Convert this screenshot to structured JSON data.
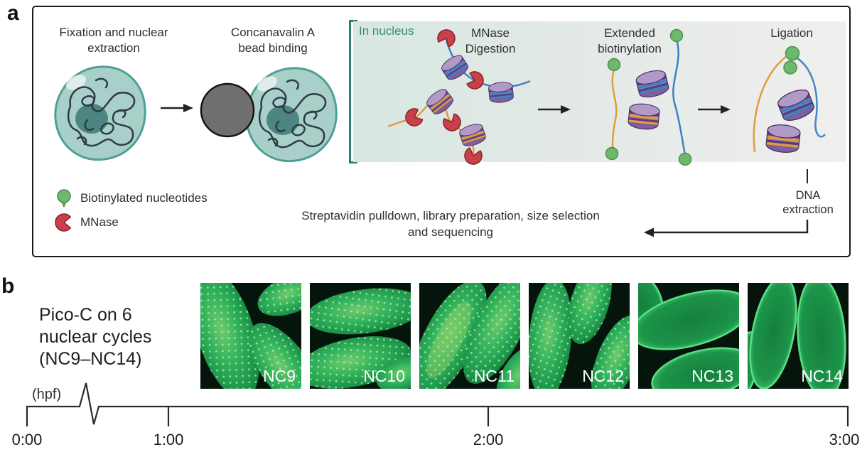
{
  "panel_a": {
    "label": "a",
    "steps": {
      "fixation": {
        "line1": "Fixation and nuclear",
        "line2": "extraction"
      },
      "concanavalin": {
        "line1": "Concanavalin A",
        "line2": "bead binding"
      },
      "mnase": {
        "line1": "MNase",
        "line2": "Digestion"
      },
      "extended": {
        "line1": "Extended",
        "line2": "biotinylation"
      },
      "ligation": {
        "line1": "Ligation"
      },
      "dna_extraction": {
        "line1": "DNA",
        "line2": "extraction"
      }
    },
    "in_nucleus_label": "In nucleus",
    "legend": [
      {
        "icon": "biotin-icon",
        "label": "Biotinylated nucleotides"
      },
      {
        "icon": "mnase-icon",
        "label": "MNase"
      }
    ],
    "footer": {
      "line1": "Streptavidin pulldown, library preparation, size selection",
      "line2": "and sequencing"
    }
  },
  "panel_b": {
    "label": "b",
    "title": {
      "line1": "Pico-C on 6",
      "line2": "nuclear cycles",
      "line3": "(NC9–NC14)"
    },
    "axis_unit": "(hpf)",
    "images": [
      {
        "label": "NC9"
      },
      {
        "label": "NC10"
      },
      {
        "label": "NC11"
      },
      {
        "label": "NC12"
      },
      {
        "label": "NC13"
      },
      {
        "label": "NC14"
      }
    ],
    "timeline": {
      "ticks": [
        {
          "label": "0:00"
        },
        {
          "label": "1:00"
        },
        {
          "label": "2:00"
        },
        {
          "label": "3:00"
        }
      ]
    }
  },
  "colors": {
    "teal_accent": "#3a8a7f",
    "cell_fill": "#a9cfc9",
    "bead_gray": "#6f6f6f",
    "mnase_red": "#c8414a",
    "biotin_green": "#6cb96d",
    "dna_blue": "#3b82c4",
    "dna_orange": "#e59a40",
    "nucleosome_purple": "#927bb0",
    "micrograph_green": "#1d9449"
  }
}
